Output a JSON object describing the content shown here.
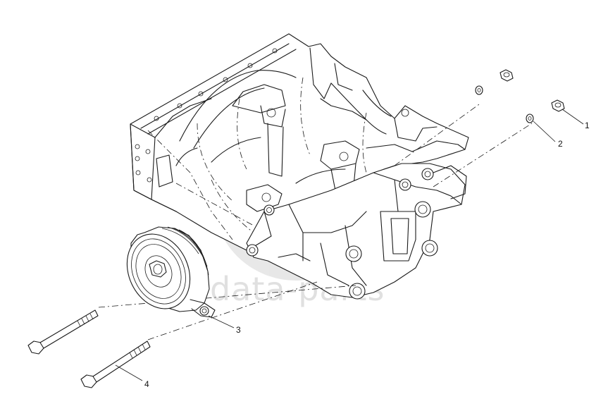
{
  "callouts": [
    {
      "label": "1",
      "part": "nut"
    },
    {
      "label": "2",
      "part": "washer"
    },
    {
      "label": "3",
      "part": "idler-pulley"
    },
    {
      "label": "4",
      "part": "bolt"
    }
  ],
  "watermark": {
    "text": "data-parts",
    "color": "#c8c8c8"
  },
  "colors": {
    "line": "#1a1a1a",
    "background": "#ffffff"
  }
}
